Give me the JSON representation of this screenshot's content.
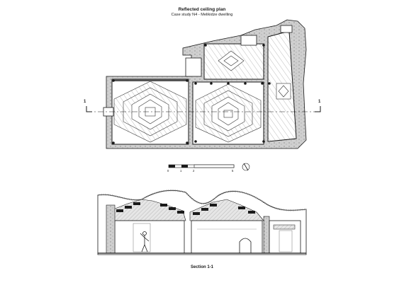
{
  "header": {
    "title": "Reflected ceiling plan",
    "subtitle": "Case study N4 - Melikidze dwelling"
  },
  "plan": {
    "section_marker_left": "1",
    "section_marker_right": "1"
  },
  "scale_bar": {
    "ticks": [
      "0",
      "1",
      "2",
      "5"
    ]
  },
  "section": {
    "title": "Section 1-1"
  },
  "colors": {
    "ink": "#1a1a1a",
    "wall_fill": "#d4d4d4",
    "hatch": "#9a9a9a",
    "beam": "#555555"
  },
  "icons": {
    "north": "north-arrow-icon",
    "person": "human-figure-icon"
  }
}
